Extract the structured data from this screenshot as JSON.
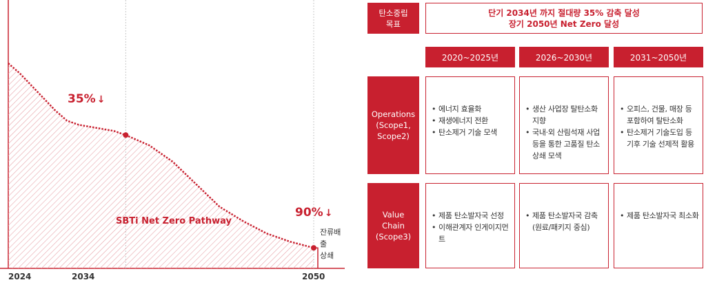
{
  "chart_data": {
    "type": "area",
    "series": [
      {
        "name": "SBTi Net Zero Pathway",
        "x": [
          2024,
          2025,
          2026,
          2027,
          2028,
          2029,
          2030,
          2031,
          2032,
          2033,
          2034,
          2036,
          2038,
          2040,
          2042,
          2044,
          2046,
          2048,
          2050
        ],
        "values": [
          100,
          95,
          89,
          83,
          77,
          72,
          70,
          69,
          68,
          67,
          65,
          60,
          52,
          41,
          30,
          23,
          17,
          13,
          10
        ]
      }
    ],
    "xticks": [
      "2024",
      "2034",
      "2050"
    ],
    "annotations": [
      {
        "x": 2034,
        "y": 65,
        "label": "35%",
        "arrow": "↓"
      },
      {
        "x": 2050,
        "y": 10,
        "label": "90%",
        "arrow": "↓"
      }
    ],
    "residual_label": [
      "잔류배출",
      "상쇄"
    ],
    "fill": "hatched",
    "color": "#c8202f",
    "grid": false
  },
  "table": {
    "goal_header": [
      "탄소중립",
      "목표"
    ],
    "goal_text": [
      "단기 2034년 까지 절대량 35% 감축 달성",
      "장기 2050년 Net Zero 달성"
    ],
    "periods": [
      "2020~2025년",
      "2026~2030년",
      "2031~2050년"
    ],
    "rows": [
      {
        "header": [
          "Operations",
          "(Scope1,",
          "Scope2)"
        ],
        "cells": [
          [
            "에너지 효율화",
            "재생에너지 전환",
            "탄소제거 기술 모색"
          ],
          [
            "생산 사업장 탈탄소화 지향",
            "국내·외 산림석재 사업 등을 통한 고품질 탄소 상쇄 모색"
          ],
          [
            "오피스, 건물, 매장 등 포함하여 탈탄소화",
            "탄소제거 기술도입 등 기후 기술 선제적 활용"
          ]
        ]
      },
      {
        "header": [
          "Value",
          "Chain",
          "(Scope3)"
        ],
        "cells": [
          [
            "제품 탄소발자국 선정",
            "이해관계자 인게이지먼트"
          ],
          [
            "제품 탄소발자국 감축 (원료/패키지 중심)"
          ],
          [
            "제품 탄소발자국 최소화"
          ]
        ]
      }
    ]
  }
}
